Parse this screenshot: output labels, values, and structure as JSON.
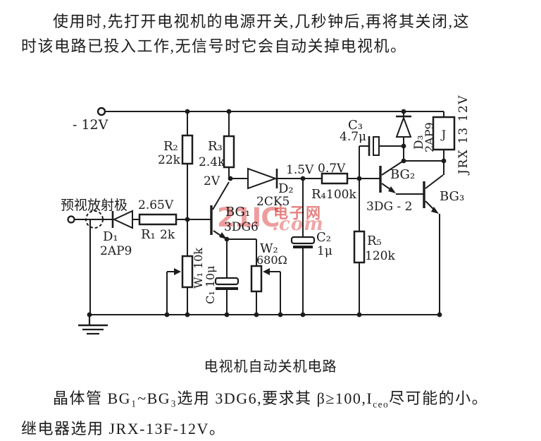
{
  "page": {
    "background": "#ffffff",
    "ink_color": "#1c1c1c"
  },
  "paragraph_top": {
    "line1": "使用时,先打开电视机的电源开关,几秒钟后,再将其关闭,这",
    "line2": "时该电路已投入工作,无信号时它会自动关掉电视机。"
  },
  "caption": "电视机自动关机电路",
  "paragraph_bottom": {
    "part_a": "晶体管 BG₁~BG₃选用 3DG6,要求其 β≥100,I",
    "sub": "ceo",
    "part_b": "尽可能的小。",
    "line2": "继电器选用 JRX-13F-12V。"
  },
  "watermark": {
    "brand": "21IC",
    "cjk": "电子网",
    "domain": ".com",
    "brand_color": "#ea8c8c",
    "cjk_color": "#e06c6c"
  },
  "schematic": {
    "labels": {
      "power": "- 12V",
      "input": "预视放射极",
      "v265": "2.65V",
      "r1": "R₁",
      "r1v": "2k",
      "d1": "D₁",
      "d1t": "2AP9",
      "r2": "R₂",
      "r2v": "22k",
      "r3": "R₃",
      "r3v": "2.4k",
      "v2": "2V",
      "bg1": "BG₁",
      "bg1t": "3DG6",
      "w1": "W₁ 10k",
      "c1": "C₁ 10μ",
      "w2": "W₂",
      "w2v": "680Ω",
      "d2": "D₂",
      "d2t": "2CK5",
      "v15": "1.5V",
      "v07": "0.7V",
      "r4": "R₄",
      "r4v": "100k",
      "c2": "C₂",
      "c2v": "1μ",
      "r5": "R₅",
      "r5v": "120k",
      "c3": "C₃",
      "c3v": "4.7μ",
      "d3": "D₃",
      "d3t": "2AP9",
      "relay": "J",
      "relayt": "JRX 13 12V",
      "bg2": "BG₂",
      "bg3": "BG₃",
      "bg23t": "3DG - 2"
    }
  }
}
